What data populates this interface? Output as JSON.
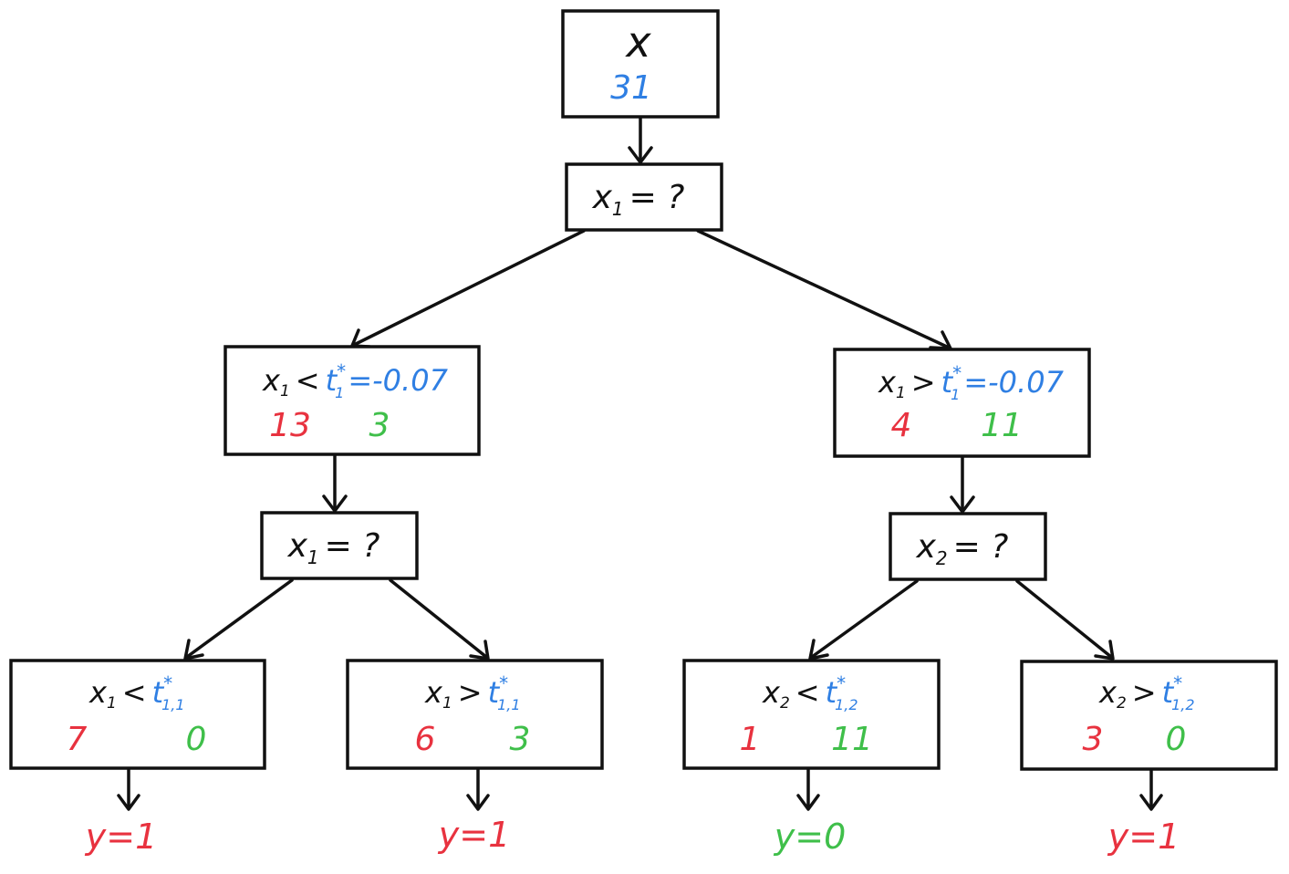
{
  "colors": {
    "line": "#111111",
    "threshold_blue": "#2f7fe3",
    "class1_red": "#e8323f",
    "class0_green": "#3fbf4a"
  },
  "root": {
    "var": "x",
    "count": "31"
  },
  "split_root": {
    "var": "x",
    "sub": "1",
    "eq": "= ?"
  },
  "left": {
    "cond": {
      "var": "x",
      "sub": "1",
      "op": "<",
      "t": "t",
      "tsub": "1",
      "star": "*",
      "val": "=-0.07"
    },
    "red_count": "13",
    "green_count": "3",
    "split": {
      "var": "x",
      "sub": "1",
      "eq": "= ?"
    },
    "leaf_a": {
      "cond": {
        "var": "x",
        "sub": "1",
        "op": "<",
        "t": "t",
        "tsub": "1,1",
        "star": "*"
      },
      "red_count": "7",
      "green_count": "0",
      "label": "y=1"
    },
    "leaf_b": {
      "cond": {
        "var": "x",
        "sub": "1",
        "op": ">",
        "t": "t",
        "tsub": "1,1",
        "star": "*"
      },
      "red_count": "6",
      "green_count": "3",
      "label": "y=1"
    }
  },
  "right": {
    "cond": {
      "var": "x",
      "sub": "1",
      "op": ">",
      "t": "t",
      "tsub": "1",
      "star": "*",
      "val": "=-0.07"
    },
    "red_count": "4",
    "green_count": "11",
    "split": {
      "var": "x",
      "sub": "2",
      "eq": "= ?"
    },
    "leaf_a": {
      "cond": {
        "var": "x",
        "sub": "2",
        "op": "<",
        "t": "t",
        "tsub": "1,2",
        "star": "*"
      },
      "red_count": "1",
      "green_count": "11",
      "label": "y=0"
    },
    "leaf_b": {
      "cond": {
        "var": "x",
        "sub": "2",
        "op": ">",
        "t": "t",
        "tsub": "1,2",
        "star": "*"
      },
      "red_count": "3",
      "green_count": "0",
      "label": "y=1"
    }
  }
}
